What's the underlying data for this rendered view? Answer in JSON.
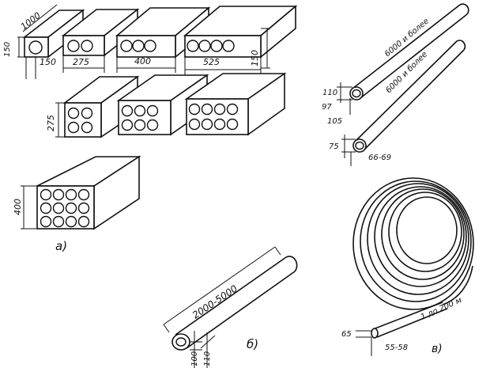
{
  "blocks": {
    "b1": {
      "length": "1000",
      "height": "150",
      "width": "150"
    },
    "b2": {
      "width": "275"
    },
    "b3": {
      "width": "400"
    },
    "b4": {
      "width": "525",
      "height": "150"
    },
    "b5": {
      "height": "275"
    },
    "b8": {
      "height": "400"
    },
    "panel_label": "а)"
  },
  "pipe_short": {
    "length": "2000-5000",
    "inner": "100",
    "outer": "110",
    "panel_label": "б)"
  },
  "pipes_long": {
    "top": {
      "length": "6000 и более",
      "outer": "110",
      "inner": "97",
      "inner2": "105"
    },
    "bottom": {
      "length": "6000 и более",
      "outer": "75",
      "inner": "66-69"
    }
  },
  "coil": {
    "length": "1 до 200 м",
    "outer": "65",
    "inner": "55-58",
    "panel_label": "в)"
  },
  "colors": {
    "ink": "#111111",
    "paper": "#ffffff"
  }
}
